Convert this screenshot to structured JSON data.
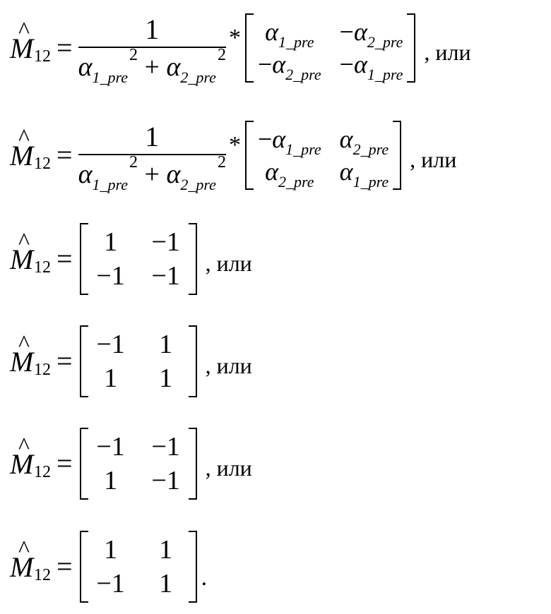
{
  "symbol": {
    "M": "M",
    "hat": "^",
    "sub": "12",
    "equals": "="
  },
  "alpha_sym": "α",
  "pre": "1_pre",
  "pre2": "2_pre",
  "one": "1",
  "two": "2",
  "plus": "+",
  "star": "*",
  "minus": "−",
  "equations": [
    {
      "tail": ", или"
    },
    {
      "tail": ", или"
    },
    {
      "matrix": [
        [
          "1",
          "−1"
        ],
        [
          "−1",
          "−1"
        ]
      ],
      "tail": ", или"
    },
    {
      "matrix": [
        [
          "−1",
          "1"
        ],
        [
          "1",
          "1"
        ]
      ],
      "tail": ", или"
    },
    {
      "matrix": [
        [
          "−1",
          "−1"
        ],
        [
          "1",
          "−1"
        ]
      ],
      "tail": ", или"
    },
    {
      "matrix": [
        [
          "1",
          "1"
        ],
        [
          "−1",
          "1"
        ]
      ],
      "tail": "."
    }
  ]
}
